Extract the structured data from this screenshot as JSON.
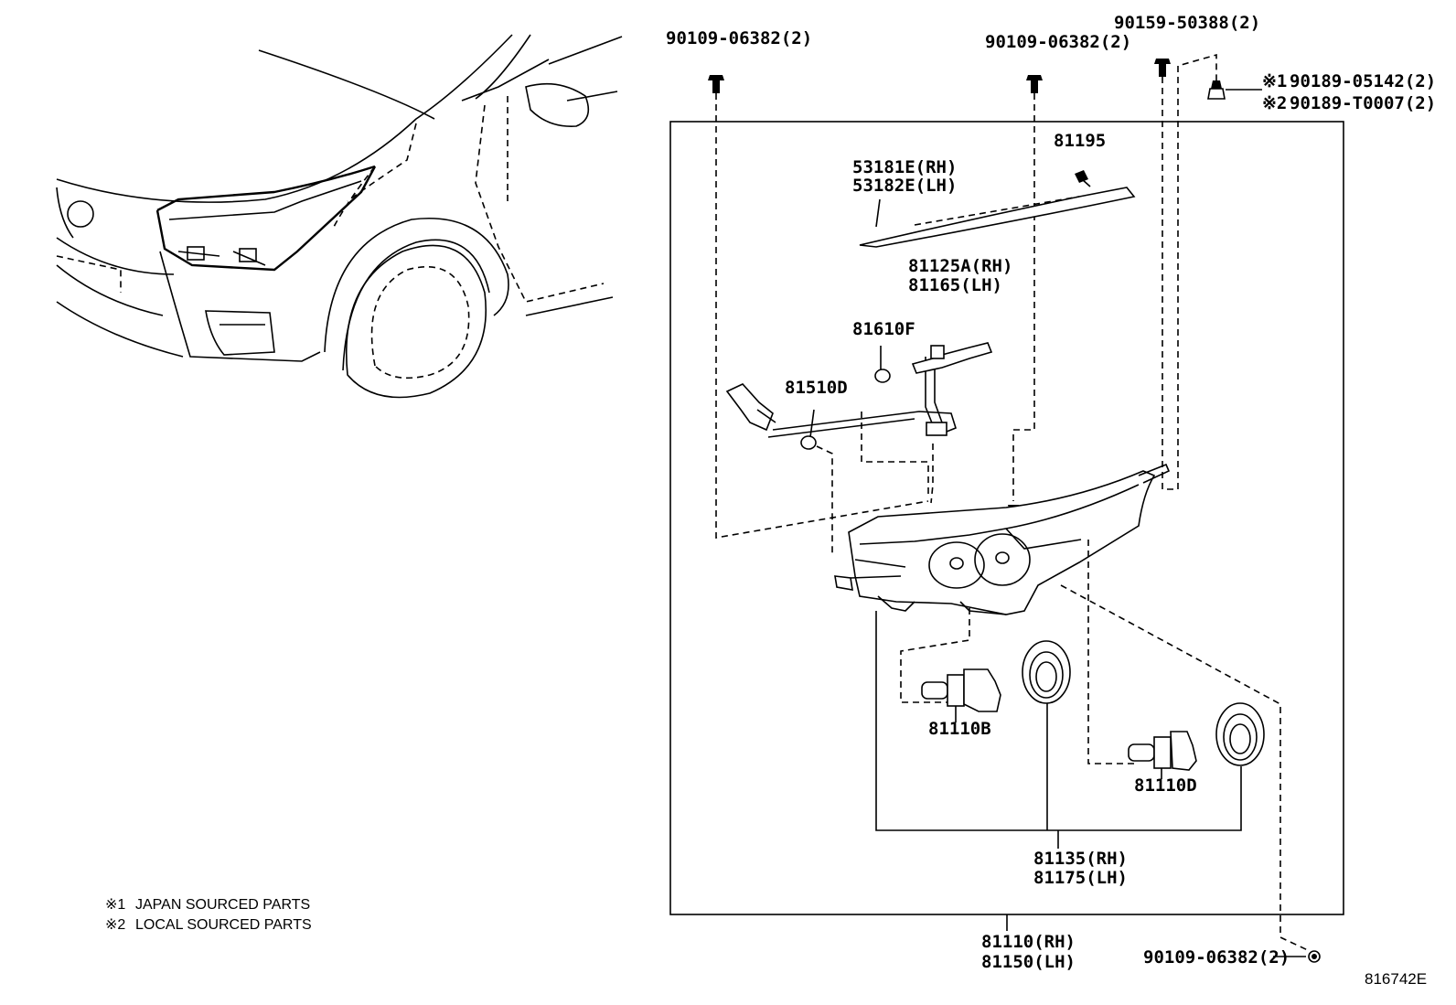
{
  "notes": [
    {
      "mark": "※1",
      "text": "JAPAN SOURCED PARTS"
    },
    {
      "mark": "※2",
      "text": "LOCAL SOURCED PARTS"
    }
  ],
  "fasteners": {
    "top_left": "90109-06382(2)",
    "top_mid": "90109-06382(2)",
    "top_right": "90159-50388(2)",
    "clip_1_mark": "※1",
    "clip_1": "90189-05142(2)",
    "clip_2_mark": "※2",
    "clip_2": "90189-T0007(2)",
    "bottom_right": "90109-06382(2)"
  },
  "parts": {
    "garnish_rh": "53181E(RH)",
    "garnish_lh": "53182E(LH)",
    "part_81195": "81195",
    "socket_rh": "81125A(RH)",
    "socket_lh": "81165(LH)",
    "part_81610f": "81610F",
    "part_81510d": "81510D",
    "bulb_b": "81110B",
    "bulb_d": "81110D",
    "cover_rh": "81135(RH)",
    "cover_lh": "81175(LH)",
    "assy_rh": "81110(RH)",
    "assy_lh": "81150(LH)"
  },
  "illustration_code": "816742E"
}
